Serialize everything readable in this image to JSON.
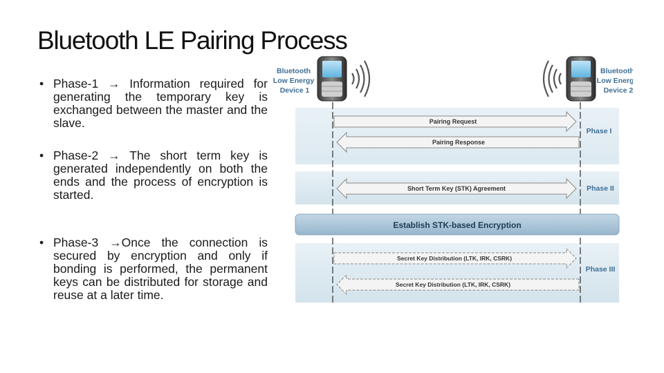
{
  "title": "Bluetooth LE Pairing Process",
  "bullets": [
    {
      "marker": "•",
      "text": "Phase-1 → Information required for generating the temporary key is exchanged between the master and the slave."
    },
    {
      "marker": "•",
      "text": "Phase-2 → The short term key is generated independently on both the ends and the process of encryption is started."
    },
    {
      "marker": "•",
      "text": "Phase-3 →Once the connection is secured by encryption and only if bonding is performed, the permanent keys can be distributed for storage and reuse at a later time."
    }
  ],
  "diagram": {
    "device1_label": [
      "Bluetooth",
      "Low Energy",
      "Device 1"
    ],
    "device2_label": [
      "Bluetooth",
      "Low Energy",
      "Device 2"
    ],
    "phases": [
      "Phase I",
      "Phase II",
      "Phase III"
    ],
    "messages": {
      "pairing_request": "Pairing Request",
      "pairing_response": "Pairing Response",
      "stk_agreement": "Short Term Key (STK) Agreement",
      "establish_encryption": "Establish STK-based Encryption",
      "key_dist_1": "Secret Key Distribution (LTK, IRK, CSRK)",
      "key_dist_2": "Secret Key Distribution (LTK, IRK, CSRK)"
    },
    "colors": {
      "phase_band": "#dde9f0",
      "encryption_bar": "#a9c3d6",
      "label_blue": "#3f6f96",
      "arrow_fill": "#f2f2f2",
      "arrow_stroke": "#8a8a8a"
    }
  }
}
